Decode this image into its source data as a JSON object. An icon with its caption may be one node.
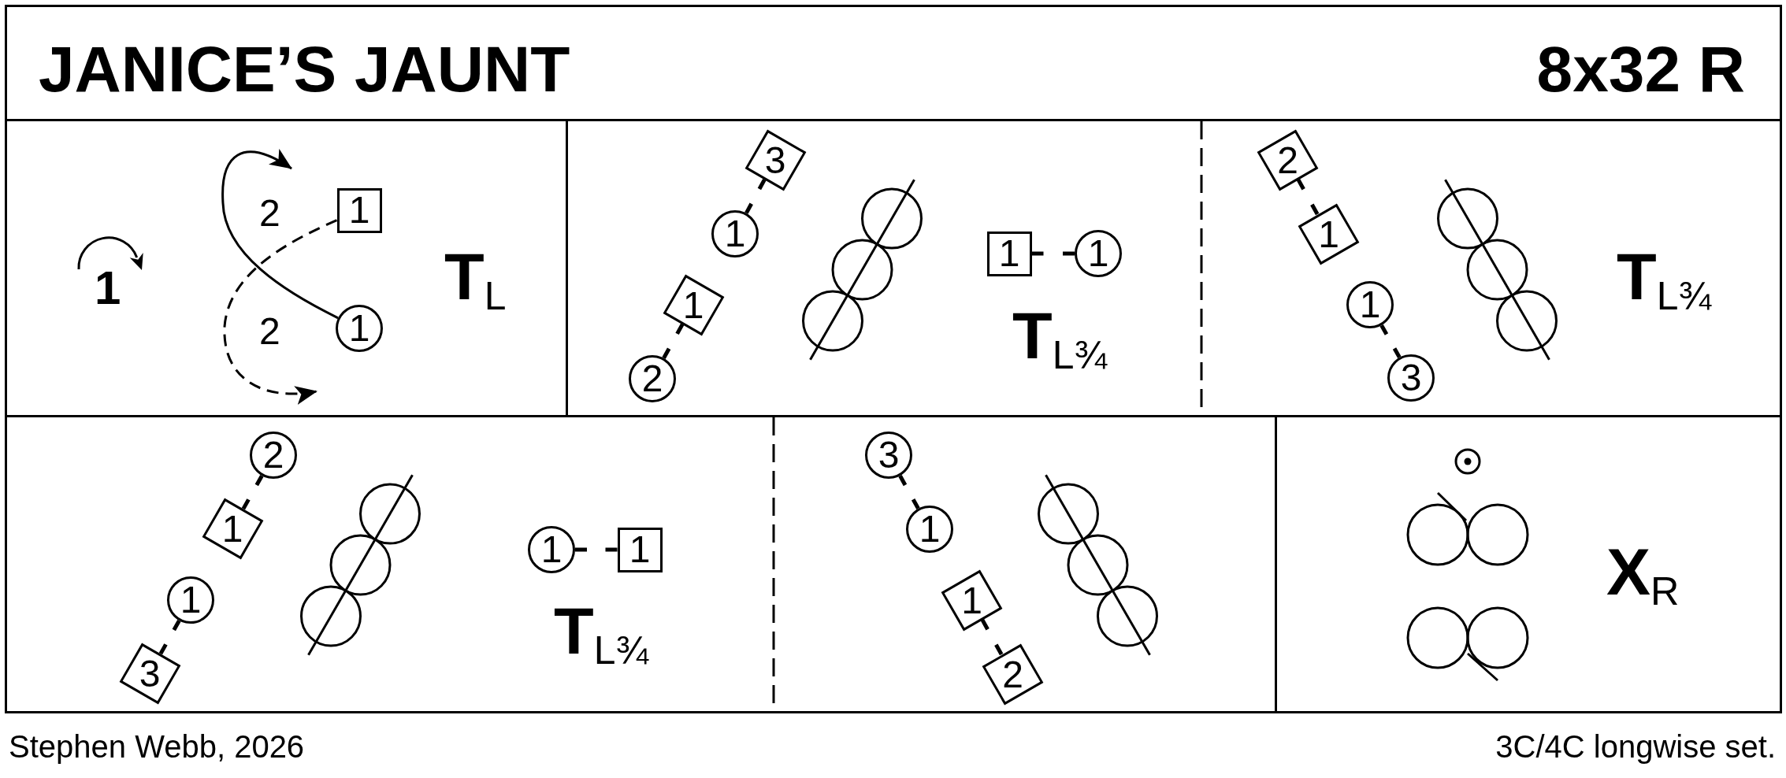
{
  "diagram": {
    "title": "JANICE’S JAUNT",
    "nodes": [
      {
        "text": [],
        "shape": "box"
      },
      {
        "text": [
          "1"
        ],
        "in": 0
      },
      {
        "text": [
          "1"
        ],
        "in": 0
      },
      {
        "text": [],
        "shape": "box"
      },
      {
        "text": [
          "3"
        ],
        "in": 3
      },
      {
        "text": [
          "1"
        ],
        "in": 3
      },
      {
        "text": [
          "1"
        ],
        "in": 3
      },
      {
        "text": [
          "2"
        ],
        "in": 3
      },
      {
        "text": [
          "1"
        ],
        "in": 3
      },
      {
        "text": [
          "1"
        ],
        "in": 3
      },
      {
        "text": [],
        "shape": "box"
      },
      {
        "text": [
          "2"
        ],
        "in": 10
      },
      {
        "text": [
          "1"
        ],
        "in": 10
      },
      {
        "text": [
          "1"
        ],
        "in": 10
      },
      {
        "text": [
          "3"
        ],
        "in": 10
      },
      {
        "text": [],
        "shape": "box"
      },
      {
        "text": [
          "2"
        ],
        "in": 15
      },
      {
        "text": [
          "1"
        ],
        "in": 15
      },
      {
        "text": [
          "1"
        ],
        "in": 15
      },
      {
        "text": [
          "3"
        ],
        "in": 15
      },
      {
        "text": [
          "1"
        ],
        "in": 15
      },
      {
        "text": [
          "1"
        ],
        "in": 15
      },
      {
        "text": [],
        "shape": "box"
      },
      {
        "text": [
          "3"
        ],
        "in": 22
      },
      {
        "text": [
          "1"
        ],
        "in": 22
      },
      {
        "text": [
          "1"
        ],
        "in": 22
      },
      {
        "text": [
          "2"
        ],
        "in": 22
      },
      {
        "text": [],
        "shape": "box"
      }
    ],
    "edges": [
      {
        "from": 2,
        "to": null,
        "arrow": "to"
      },
      {
        "from": 1,
        "to": null,
        "arrow": "to",
        "style": "dashed"
      },
      {
        "from": 4,
        "to": 5,
        "arrow": "none",
        "style": "dashed"
      },
      {
        "from": 6,
        "to": 7,
        "arrow": "none",
        "style": "dashed"
      },
      {
        "from": 8,
        "to": 9,
        "arrow": "none",
        "style": "dashed"
      },
      {
        "from": 11,
        "to": 12,
        "arrow": "none",
        "style": "dashed"
      },
      {
        "from": 13,
        "to": 14,
        "arrow": "none",
        "style": "dashed"
      },
      {
        "from": 16,
        "to": 17,
        "arrow": "none",
        "style": "dashed"
      },
      {
        "from": 18,
        "to": 19,
        "arrow": "none",
        "style": "dashed"
      },
      {
        "from": 20,
        "to": 21,
        "arrow": "none",
        "style": "dashed"
      },
      {
        "from": 23,
        "to": 24,
        "arrow": "none",
        "style": "dashed"
      },
      {
        "from": 25,
        "to": 26,
        "arrow": "none",
        "style": "dashed"
      }
    ],
    "labels": [
      "8x32 R",
      "1",
      "2",
      "2",
      "**T**$_{L}$",
      "**T**$_{L¾}$",
      "**T**$_{L¾}$",
      "**T**$_{L¾}$",
      "**X**$_{R}$",
      "Stephen Webb, 2026",
      "3C/4C longwise set."
    ]
  }
}
